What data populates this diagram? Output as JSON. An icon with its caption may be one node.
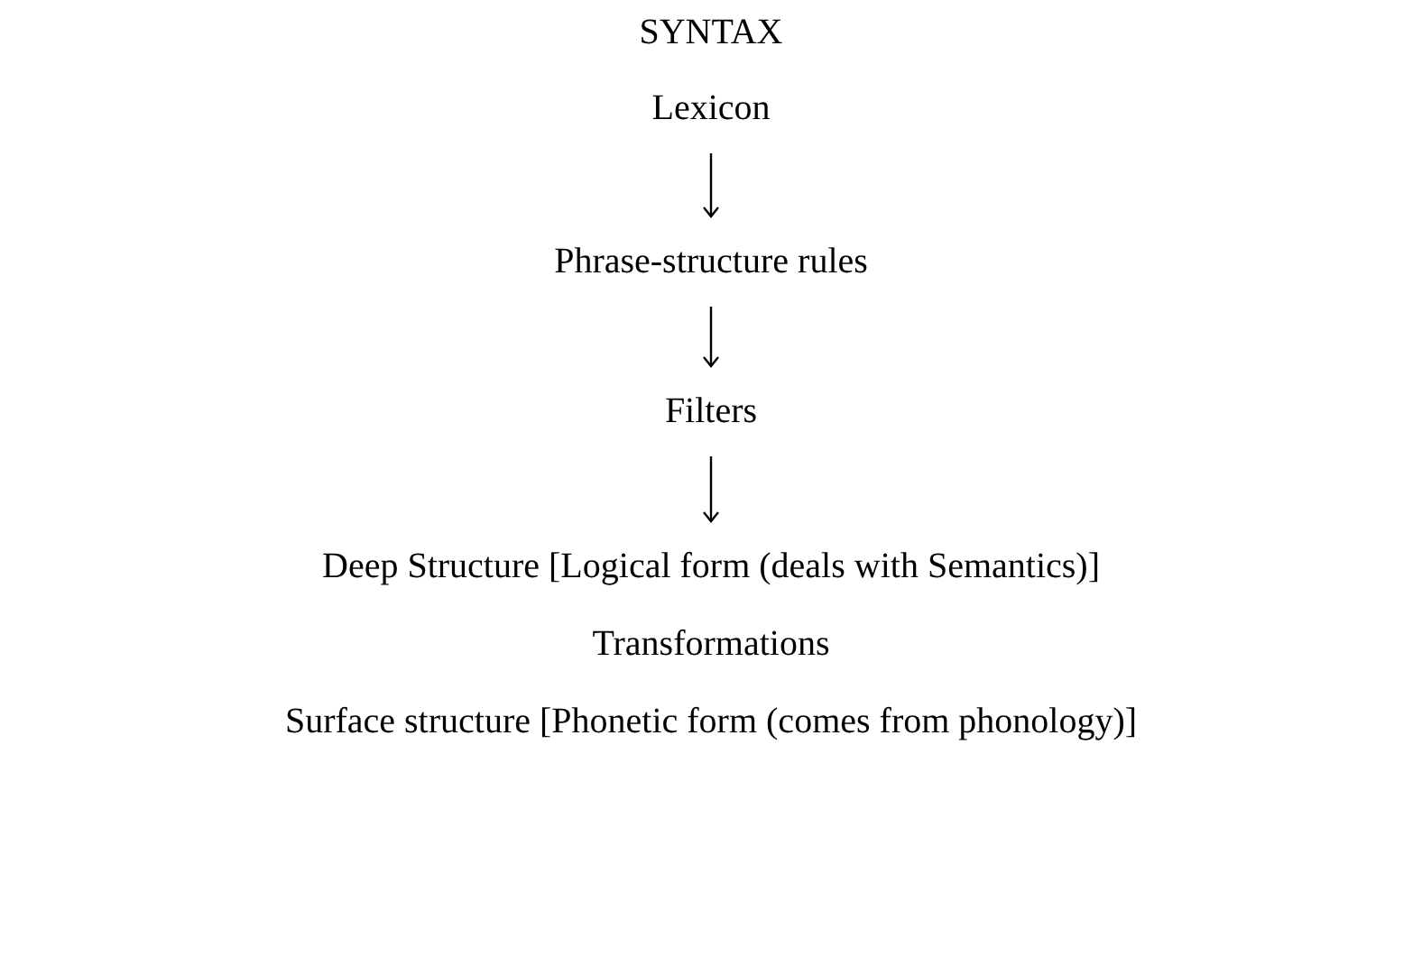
{
  "diagram": {
    "title": "SYNTAX",
    "nodes": [
      {
        "text": [
          "Lexicon"
        ]
      },
      {
        "text": [
          "Phrase-structure rules"
        ]
      },
      {
        "text": [
          "Filters"
        ]
      },
      {
        "text": [
          "Deep Structure [Logical form (deals with Semantics)]"
        ]
      }
    ],
    "edges": [
      {
        "from": 0,
        "to": 1,
        "arrow": "to"
      },
      {
        "from": 1,
        "to": 2,
        "arrow": "to"
      },
      {
        "from": 2,
        "to": 3,
        "arrow": "to"
      }
    ],
    "labels": [
      "Transformations",
      "Surface structure [Phonetic form (comes from phonology)]"
    ]
  }
}
